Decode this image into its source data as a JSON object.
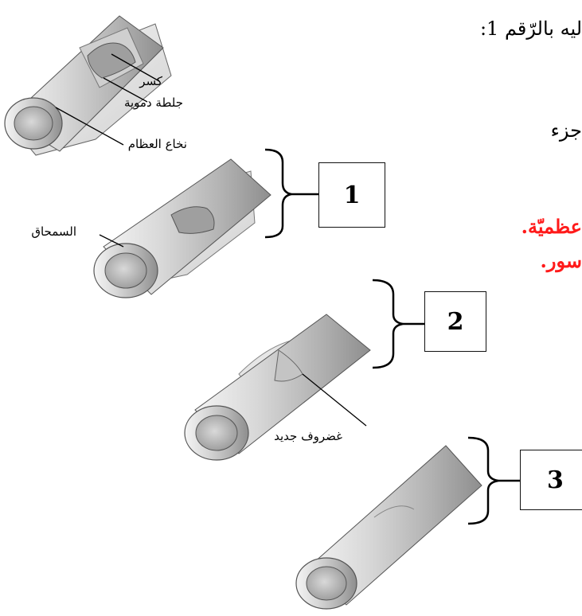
{
  "intro_line": "ليه بالرّقم 1:",
  "side_word": "جزء",
  "answer_lines": [
    "عظميّة.",
    "سور."
  ],
  "figure": {
    "step1_labels": {
      "fracture": "كسر",
      "blood_clot": "جلطة دموية",
      "bone_marrow": "نخاع العظام"
    },
    "step2_label": "السمحاق",
    "step3_label": "غضروف جديد"
  },
  "stage_boxes": [
    "1",
    "2",
    "3"
  ],
  "colors": {
    "answer_red": "#ff1a1a",
    "bone_light": "#e9e9e9",
    "bone_mid": "#bdbdbd",
    "bone_dark": "#8c8c8c"
  },
  "icons": [
    "left-curly-brace-icon"
  ]
}
